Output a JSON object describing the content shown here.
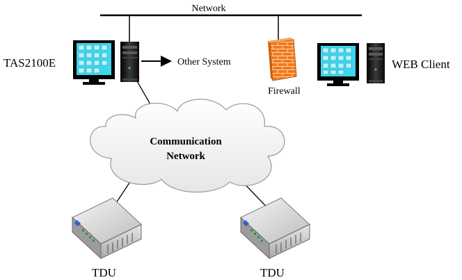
{
  "labels": {
    "network": "Network",
    "tas": "TAS2100E",
    "other_system": "Other System",
    "firewall": "Firewall",
    "web_client": "WEB Client",
    "comm_line1": "Communication",
    "comm_line2": "Network",
    "tdu_left": "TDU",
    "tdu_right": "TDU"
  },
  "colors": {
    "monitor_screen": "#3fd7ee",
    "monitor_tile": "#b9f4fc",
    "tower": "#1a1a1a",
    "firewall_brick": "#f07a1e",
    "cloud_fill": "#f2f2f2",
    "tdu_body": "#d0d0d0"
  },
  "icons": [
    "monitor-icon",
    "server-tower-icon",
    "firewall-icon",
    "cloud-icon",
    "tdu-device-icon",
    "arrow-right-icon"
  ]
}
